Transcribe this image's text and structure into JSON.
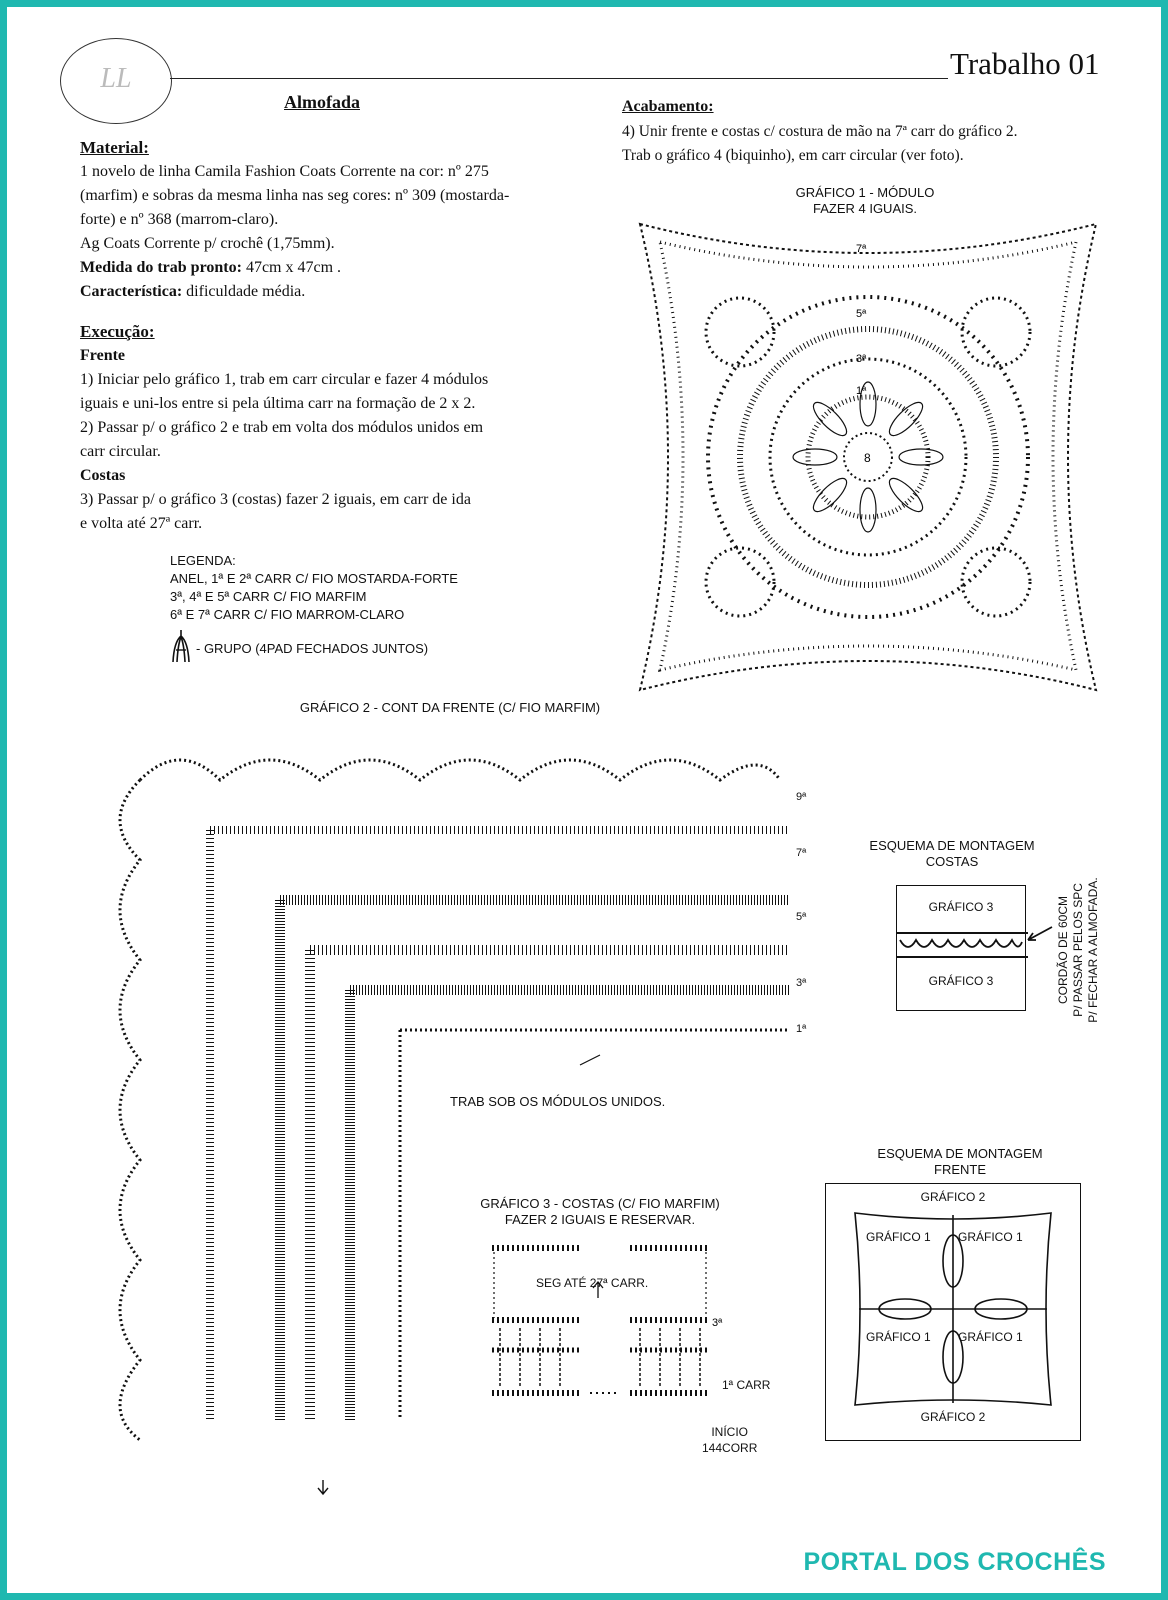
{
  "header": {
    "title": "Trabalho 01",
    "logo_text": "LL"
  },
  "left": {
    "title": "Almofada",
    "material_heading": "Material:",
    "material_lines": [
      "1 novelo de linha Camila Fashion Coats Corrente na cor: nº 275",
      "(marfim) e sobras da mesma linha nas seg cores: nº 309 (mostarda-",
      "forte) e nº 368 (marrom-claro).",
      "Ag Coats Corrente p/ crochê (1,75mm)."
    ],
    "medida_label": "Medida do trab pronto:",
    "medida_value": "47cm x 47cm .",
    "caracteristica_label": "Característica:",
    "caracteristica_value": "dificuldade média.",
    "execucao_heading": "Execução:",
    "frente_heading": "Frente",
    "frente_lines": [
      "1) Iniciar pelo gráfico 1, trab em carr circular e fazer 4 módulos",
      "iguais e uni-los entre si pela última carr na formação de 2 x 2.",
      "2) Passar p/ o gráfico 2 e trab em volta dos módulos unidos em",
      "carr circular."
    ],
    "costas_heading": "Costas",
    "costas_lines": [
      "3) Passar p/ o gráfico 3 (costas) fazer 2 iguais, em carr de ida",
      "e volta até 27ª carr."
    ]
  },
  "legend": {
    "title": "LEGENDA:",
    "lines": [
      "ANEL, 1ª E 2ª CARR C/ FIO MOSTARDA-FORTE",
      "3ª, 4ª E 5ª CARR C/ FIO MARFIM",
      "6ª E 7ª CARR C/ FIO MARROM-CLARO"
    ],
    "symbol_text": "- GRUPO (4PAD FECHADOS JUNTOS)"
  },
  "acabamento": {
    "heading": "Acabamento:",
    "lines": [
      "4) Unir frente e costas c/ costura de mão na 7ª carr do gráfico 2.",
      "Trab o gráfico 4 (biquinho), em carr circular (ver foto)."
    ]
  },
  "grafico1": {
    "caption_1": "GRÁFICO 1 - MÓDULO",
    "caption_2": "FAZER 4 IGUAIS.",
    "row_labels": [
      "7ª",
      "5ª",
      "3ª",
      "1ª",
      "8"
    ]
  },
  "grafico2": {
    "caption": "GRÁFICO 2 - CONT DA FRENTE (C/ FIO MARFIM)",
    "row_labels": [
      "9ª",
      "7ª",
      "5ª",
      "3ª",
      "1ª"
    ],
    "note": "TRAB SOB OS MÓDULOS UNIDOS."
  },
  "esquema_costas": {
    "caption_1": "ESQUEMA DE MONTAGEM",
    "caption_2": "COSTAS",
    "top": "GRÁFICO 3",
    "bottom": "GRÁFICO 3",
    "side_1": "CORDÃO DE 60CM",
    "side_2": "P/ PASSAR PELOS SPC",
    "side_3": "P/ FECHAR A ALMOFADA."
  },
  "grafico3": {
    "caption_1": "GRÁFICO 3 - COSTAS (C/ FIO MARFIM)",
    "caption_2": "FAZER 2 IGUAIS E RESERVAR.",
    "seg": "SEG ATÉ 27ª CARR.",
    "row3": "3ª",
    "row1": "1ª CARR",
    "inicio_1": "INÍCIO",
    "inicio_2": "144CORR"
  },
  "esquema_frente": {
    "caption_1": "ESQUEMA DE MONTAGEM",
    "caption_2": "FRENTE",
    "top": "GRÁFICO 2",
    "bottom": "GRÁFICO 2",
    "cells": [
      "GRÁFICO 1",
      "GRÁFICO 1",
      "GRÁFICO 1",
      "GRÁFICO 1"
    ]
  },
  "footer": {
    "brand": "PORTAL DOS CROCHÊS"
  },
  "colors": {
    "frame": "#1fb8b0",
    "brand": "#1fb8b0"
  }
}
